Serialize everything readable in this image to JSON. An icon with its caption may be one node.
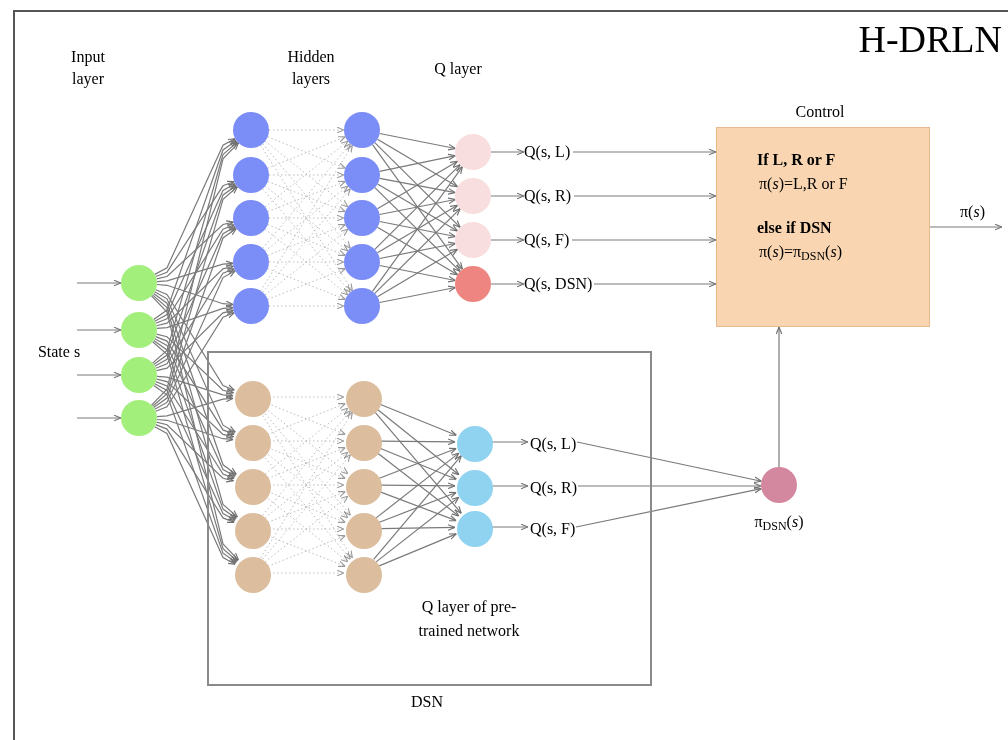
{
  "diagram": {
    "title": "H-DRLN",
    "nodes": [
      {
        "text": [],
        "shape": "circle"
      },
      {
        "text": [],
        "shape": "circle"
      },
      {
        "text": [],
        "shape": "circle"
      },
      {
        "text": [],
        "shape": "circle"
      },
      {
        "text": [],
        "shape": "circle"
      },
      {
        "text": [],
        "shape": "circle"
      },
      {
        "text": [],
        "shape": "circle"
      },
      {
        "text": [],
        "shape": "circle"
      },
      {
        "text": [],
        "shape": "circle"
      },
      {
        "text": [],
        "shape": "circle"
      },
      {
        "text": [],
        "shape": "circle"
      },
      {
        "text": [],
        "shape": "circle"
      },
      {
        "text": [],
        "shape": "circle"
      },
      {
        "text": [],
        "shape": "circle"
      },
      {
        "text": [],
        "shape": "circle"
      },
      {
        "text": [],
        "shape": "circle"
      },
      {
        "text": [],
        "shape": "circle"
      },
      {
        "text": [],
        "shape": "circle"
      },
      {
        "text": [
          "Q(s, L)"
        ]
      },
      {
        "text": [
          "Q(s, R)"
        ]
      },
      {
        "text": [
          "Q(s, F)"
        ]
      },
      {
        "text": [
          "Q(s, DSN)"
        ]
      },
      {
        "text": [
          "If L, R or F",
          "π(*s*)=L,R or F",
          "else if DSN",
          "π(*s*)=π$_{DSN}$(*s*)"
        ],
        "beside": [
          "Control"
        ]
      },
      {
        "text": [
          "Q layer of pre-trained network"
        ],
        "beside": [
          "DSN"
        ]
      },
      {
        "text": [],
        "shape": "circle",
        "in": 23
      },
      {
        "text": [],
        "shape": "circle",
        "in": 23
      },
      {
        "text": [],
        "shape": "circle",
        "in": 23
      },
      {
        "text": [],
        "shape": "circle",
        "in": 23
      },
      {
        "text": [],
        "shape": "circle",
        "in": 23
      },
      {
        "text": [],
        "shape": "circle",
        "in": 23
      },
      {
        "text": [],
        "shape": "circle",
        "in": 23
      },
      {
        "text": [],
        "shape": "circle",
        "in": 23
      },
      {
        "text": [],
        "shape": "circle",
        "in": 23
      },
      {
        "text": [],
        "shape": "circle",
        "in": 23
      },
      {
        "text": [],
        "shape": "circle",
        "in": 23
      },
      {
        "text": [],
        "shape": "circle",
        "in": 23
      },
      {
        "text": [],
        "shape": "circle",
        "in": 23
      },
      {
        "text": [
          "Q(s, L)"
        ],
        "in": 23
      },
      {
        "text": [
          "Q(s, R)"
        ],
        "in": 23
      },
      {
        "text": [
          "Q(s, F)"
        ],
        "in": 23
      },
      {
        "text": [],
        "shape": "circle",
        "beside": [
          "π$_{DSN}$(*s*)"
        ]
      }
    ],
    "edges": [
      {
        "from": null,
        "to": 0,
        "arrow": "to"
      },
      {
        "from": null,
        "to": 1,
        "arrow": "to"
      },
      {
        "from": null,
        "to": 2,
        "arrow": "to"
      },
      {
        "from": null,
        "to": 3,
        "arrow": "to"
      },
      {
        "from": 0,
        "to": 4,
        "arrow": "to"
      },
      {
        "from": 0,
        "to": 5,
        "arrow": "to"
      },
      {
        "from": 0,
        "to": 6,
        "arrow": "to"
      },
      {
        "from": 0,
        "to": 7,
        "arrow": "to"
      },
      {
        "from": 0,
        "to": 8,
        "arrow": "to"
      },
      {
        "from": 1,
        "to": 4,
        "arrow": "to"
      },
      {
        "from": 1,
        "to": 5,
        "arrow": "to"
      },
      {
        "from": 1,
        "to": 6,
        "arrow": "to"
      },
      {
        "from": 1,
        "to": 7,
        "arrow": "to"
      },
      {
        "from": 1,
        "to": 8,
        "arrow": "to"
      },
      {
        "from": 2,
        "to": 4,
        "arrow": "to"
      },
      {
        "from": 2,
        "to": 5,
        "arrow": "to"
      },
      {
        "from": 2,
        "to": 6,
        "arrow": "to"
      },
      {
        "from": 2,
        "to": 7,
        "arrow": "to"
      },
      {
        "from": 2,
        "to": 8,
        "arrow": "to"
      },
      {
        "from": 3,
        "to": 4,
        "arrow": "to"
      },
      {
        "from": 3,
        "to": 5,
        "arrow": "to"
      },
      {
        "from": 3,
        "to": 6,
        "arrow": "to"
      },
      {
        "from": 3,
        "to": 7,
        "arrow": "to"
      },
      {
        "from": 3,
        "to": 8,
        "arrow": "to"
      },
      {
        "from": 0,
        "to": 24,
        "arrow": "to"
      },
      {
        "from": 0,
        "to": 25,
        "arrow": "to"
      },
      {
        "from": 0,
        "to": 26,
        "arrow": "to"
      },
      {
        "from": 0,
        "to": 27,
        "arrow": "to"
      },
      {
        "from": 0,
        "to": 28,
        "arrow": "to"
      },
      {
        "from": 1,
        "to": 24,
        "arrow": "to"
      },
      {
        "from": 1,
        "to": 25,
        "arrow": "to"
      },
      {
        "from": 1,
        "to": 26,
        "arrow": "to"
      },
      {
        "from": 1,
        "to": 27,
        "arrow": "to"
      },
      {
        "from": 1,
        "to": 28,
        "arrow": "to"
      },
      {
        "from": 2,
        "to": 24,
        "arrow": "to"
      },
      {
        "from": 2,
        "to": 25,
        "arrow": "to"
      },
      {
        "from": 2,
        "to": 26,
        "arrow": "to"
      },
      {
        "from": 2,
        "to": 27,
        "arrow": "to"
      },
      {
        "from": 2,
        "to": 28,
        "arrow": "to"
      },
      {
        "from": 3,
        "to": 24,
        "arrow": "to"
      },
      {
        "from": 3,
        "to": 25,
        "arrow": "to"
      },
      {
        "from": 3,
        "to": 26,
        "arrow": "to"
      },
      {
        "from": 3,
        "to": 27,
        "arrow": "to"
      },
      {
        "from": 3,
        "to": 28,
        "arrow": "to"
      },
      {
        "from": 4,
        "to": 9,
        "arrow": "to",
        "style": "dashed"
      },
      {
        "from": 4,
        "to": 10,
        "arrow": "to",
        "style": "dashed"
      },
      {
        "from": 4,
        "to": 11,
        "arrow": "to",
        "style": "dashed"
      },
      {
        "from": 4,
        "to": 12,
        "arrow": "to",
        "style": "dashed"
      },
      {
        "from": 4,
        "to": 13,
        "arrow": "to",
        "style": "dashed"
      },
      {
        "from": 5,
        "to": 9,
        "arrow": "to",
        "style": "dashed"
      },
      {
        "from": 5,
        "to": 10,
        "arrow": "to",
        "style": "dashed"
      },
      {
        "from": 5,
        "to": 11,
        "arrow": "to",
        "style": "dashed"
      },
      {
        "from": 5,
        "to": 12,
        "arrow": "to",
        "style": "dashed"
      },
      {
        "from": 5,
        "to": 13,
        "arrow": "to",
        "style": "dashed"
      },
      {
        "from": 6,
        "to": 9,
        "arrow": "to",
        "style": "dashed"
      },
      {
        "from": 6,
        "to": 10,
        "arrow": "to",
        "style": "dashed"
      },
      {
        "from": 6,
        "to": 11,
        "arrow": "to",
        "style": "dashed"
      },
      {
        "from": 6,
        "to": 12,
        "arrow": "to",
        "style": "dashed"
      },
      {
        "from": 6,
        "to": 13,
        "arrow": "to",
        "style": "dashed"
      },
      {
        "from": 7,
        "to": 9,
        "arrow": "to",
        "style": "dashed"
      },
      {
        "from": 7,
        "to": 10,
        "arrow": "to",
        "style": "dashed"
      },
      {
        "from": 7,
        "to": 11,
        "arrow": "to",
        "style": "dashed"
      },
      {
        "from": 7,
        "to": 12,
        "arrow": "to",
        "style": "dashed"
      },
      {
        "from": 7,
        "to": 13,
        "arrow": "to",
        "style": "dashed"
      },
      {
        "from": 8,
        "to": 9,
        "arrow": "to",
        "style": "dashed"
      },
      {
        "from": 8,
        "to": 10,
        "arrow": "to",
        "style": "dashed"
      },
      {
        "from": 8,
        "to": 11,
        "arrow": "to",
        "style": "dashed"
      },
      {
        "from": 8,
        "to": 12,
        "arrow": "to",
        "style": "dashed"
      },
      {
        "from": 8,
        "to": 13,
        "arrow": "to",
        "style": "dashed"
      },
      {
        "from": 9,
        "to": 14,
        "arrow": "to"
      },
      {
        "from": 9,
        "to": 15,
        "arrow": "to"
      },
      {
        "from": 9,
        "to": 16,
        "arrow": "to"
      },
      {
        "from": 9,
        "to": 17,
        "arrow": "to"
      },
      {
        "from": 10,
        "to": 14,
        "arrow": "to"
      },
      {
        "from": 10,
        "to": 15,
        "arrow": "to"
      },
      {
        "from": 10,
        "to": 16,
        "arrow": "to"
      },
      {
        "from": 10,
        "to": 17,
        "arrow": "to"
      },
      {
        "from": 11,
        "to": 14,
        "arrow": "to"
      },
      {
        "from": 11,
        "to": 15,
        "arrow": "to"
      },
      {
        "from": 11,
        "to": 16,
        "arrow": "to"
      },
      {
        "from": 11,
        "to": 17,
        "arrow": "to"
      },
      {
        "from": 12,
        "to": 14,
        "arrow": "to"
      },
      {
        "from": 12,
        "to": 15,
        "arrow": "to"
      },
      {
        "from": 12,
        "to": 16,
        "arrow": "to"
      },
      {
        "from": 12,
        "to": 17,
        "arrow": "to"
      },
      {
        "from": 13,
        "to": 14,
        "arrow": "to"
      },
      {
        "from": 13,
        "to": 15,
        "arrow": "to"
      },
      {
        "from": 13,
        "to": 16,
        "arrow": "to"
      },
      {
        "from": 13,
        "to": 17,
        "arrow": "to"
      },
      {
        "from": 14,
        "to": 18,
        "arrow": "to"
      },
      {
        "from": 15,
        "to": 19,
        "arrow": "to"
      },
      {
        "from": 16,
        "to": 20,
        "arrow": "to"
      },
      {
        "from": 17,
        "to": 21,
        "arrow": "to"
      },
      {
        "from": 18,
        "to": 22,
        "arrow": "to"
      },
      {
        "from": 19,
        "to": 22,
        "arrow": "to"
      },
      {
        "from": 20,
        "to": 22,
        "arrow": "to"
      },
      {
        "from": 21,
        "to": 22,
        "arrow": "to"
      },
      {
        "from": 24,
        "to": 29,
        "arrow": "to",
        "style": "dashed"
      },
      {
        "from": 24,
        "to": 30,
        "arrow": "to",
        "style": "dashed"
      },
      {
        "from": 24,
        "to": 31,
        "arrow": "to",
        "style": "dashed"
      },
      {
        "from": 24,
        "to": 32,
        "arrow": "to",
        "style": "dashed"
      },
      {
        "from": 24,
        "to": 33,
        "arrow": "to",
        "style": "dashed"
      },
      {
        "from": 25,
        "to": 29,
        "arrow": "to",
        "style": "dashed"
      },
      {
        "from": 25,
        "to": 30,
        "arrow": "to",
        "style": "dashed"
      },
      {
        "from": 25,
        "to": 31,
        "arrow": "to",
        "style": "dashed"
      },
      {
        "from": 25,
        "to": 32,
        "arrow": "to",
        "style": "dashed"
      },
      {
        "from": 25,
        "to": 33,
        "arrow": "to",
        "style": "dashed"
      },
      {
        "from": 26,
        "to": 29,
        "arrow": "to",
        "style": "dashed"
      },
      {
        "from": 26,
        "to": 30,
        "arrow": "to",
        "style": "dashed"
      },
      {
        "from": 26,
        "to": 31,
        "arrow": "to",
        "style": "dashed"
      },
      {
        "from": 26,
        "to": 32,
        "arrow": "to",
        "style": "dashed"
      },
      {
        "from": 26,
        "to": 33,
        "arrow": "to",
        "style": "dashed"
      },
      {
        "from": 27,
        "to": 29,
        "arrow": "to",
        "style": "dashed"
      },
      {
        "from": 27,
        "to": 30,
        "arrow": "to",
        "style": "dashed"
      },
      {
        "from": 27,
        "to": 31,
        "arrow": "to",
        "style": "dashed"
      },
      {
        "from": 27,
        "to": 32,
        "arrow": "to",
        "style": "dashed"
      },
      {
        "from": 27,
        "to": 33,
        "arrow": "to",
        "style": "dashed"
      },
      {
        "from": 28,
        "to": 29,
        "arrow": "to",
        "style": "dashed"
      },
      {
        "from": 28,
        "to": 30,
        "arrow": "to",
        "style": "dashed"
      },
      {
        "from": 28,
        "to": 31,
        "arrow": "to",
        "style": "dashed"
      },
      {
        "from": 28,
        "to": 32,
        "arrow": "to",
        "style": "dashed"
      },
      {
        "from": 28,
        "to": 33,
        "arrow": "to",
        "style": "dashed"
      },
      {
        "from": 29,
        "to": 34,
        "arrow": "to"
      },
      {
        "from": 29,
        "to": 35,
        "arrow": "to"
      },
      {
        "from": 29,
        "to": 36,
        "arrow": "to"
      },
      {
        "from": 30,
        "to": 34,
        "arrow": "to"
      },
      {
        "from": 30,
        "to": 35,
        "arrow": "to"
      },
      {
        "from": 30,
        "to": 36,
        "arrow": "to"
      },
      {
        "from": 31,
        "to": 34,
        "arrow": "to"
      },
      {
        "from": 31,
        "to": 35,
        "arrow": "to"
      },
      {
        "from": 31,
        "to": 36,
        "arrow": "to"
      },
      {
        "from": 32,
        "to": 34,
        "arrow": "to"
      },
      {
        "from": 32,
        "to": 35,
        "arrow": "to"
      },
      {
        "from": 32,
        "to": 36,
        "arrow": "to"
      },
      {
        "from": 33,
        "to": 34,
        "arrow": "to"
      },
      {
        "from": 33,
        "to": 35,
        "arrow": "to"
      },
      {
        "from": 33,
        "to": 36,
        "arrow": "to"
      },
      {
        "from": 34,
        "to": 37,
        "arrow": "to"
      },
      {
        "from": 35,
        "to": 38,
        "arrow": "to"
      },
      {
        "from": 36,
        "to": 39,
        "arrow": "to"
      },
      {
        "from": 37,
        "to": 40,
        "arrow": "to"
      },
      {
        "from": 38,
        "to": 40,
        "arrow": "to"
      },
      {
        "from": 39,
        "to": 40,
        "arrow": "to"
      },
      {
        "from": 40,
        "to": 22,
        "arrow": "to"
      },
      {
        "from": 22,
        "to": null,
        "arrow": "to",
        "label": "π(*s*)"
      }
    ],
    "labels": [
      "Input layer",
      "Hidden layers",
      "Q layer",
      "State s"
    ]
  }
}
